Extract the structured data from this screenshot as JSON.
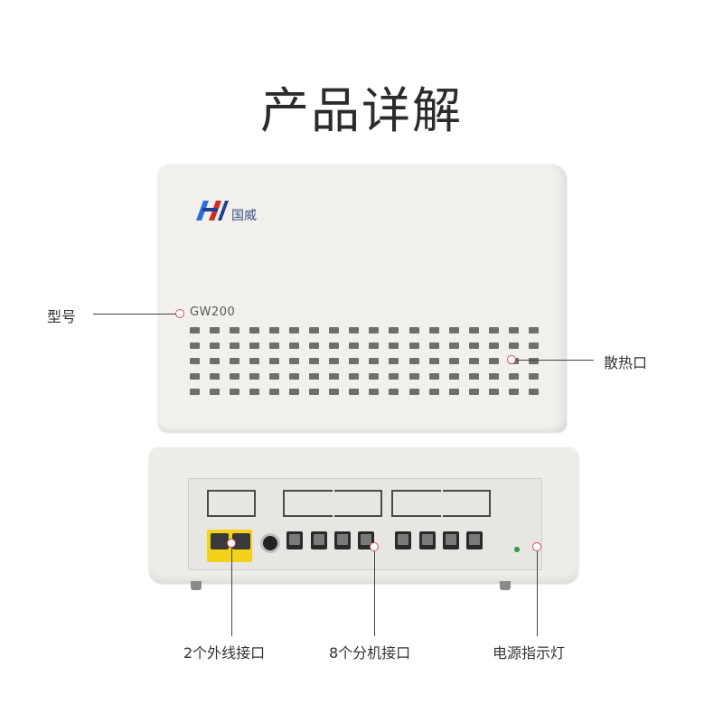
{
  "page": {
    "title": "产品详解"
  },
  "front": {
    "brand": "国威",
    "model": "GW200"
  },
  "callouts": {
    "model": "型号",
    "vents": "散热口",
    "lines": "2个外线接口",
    "extensions": "8个分机接口",
    "power_led": "电源指示灯"
  },
  "colors": {
    "accent_dot": "#d34a6a",
    "port_yellow": "#f4d21a",
    "led_green": "#2e9a45"
  }
}
